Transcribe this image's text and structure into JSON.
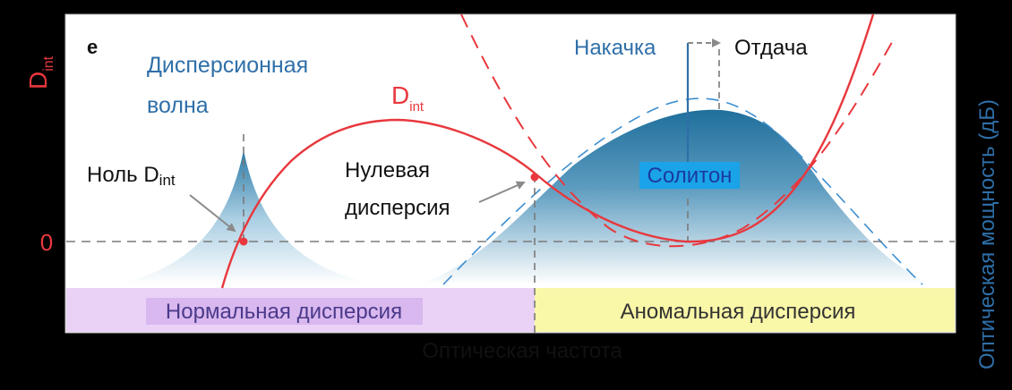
{
  "panel_label": "e",
  "left_axis": {
    "label_main": "D",
    "label_sub": "int",
    "zero_tick": "0"
  },
  "right_axis": {
    "label": "Оптическая мощность (дБ)"
  },
  "x_axis": {
    "label": "Оптическая частота"
  },
  "curve_label": {
    "main": "D",
    "sub": "int"
  },
  "annotations": {
    "dispersive_wave_line1": "Дисперсионная",
    "dispersive_wave_line2": "волна",
    "zero_dint_main": "Ноль D",
    "zero_dint_sub": "int",
    "zero_dispersion_line1": "Нулевая",
    "zero_dispersion_line2": "дисперсия",
    "pump": "Накачка",
    "recoil": "Отдача",
    "soliton": "Солитон"
  },
  "regions": {
    "normal": "Нормальная дисперсия",
    "anomalous": "Аномальная дисперсия"
  },
  "colors": {
    "background": "#000000",
    "plot_background": "#ffffff",
    "dint_curve": "#e8383d",
    "soliton_fill": "#2a7aa6",
    "dashed_parabola": "#3d8ed0",
    "axis_blue": "#2f6fa8",
    "normal_region": "#ead2f6",
    "anomalous_region": "#f9f7a8",
    "guide_gray": "#7a7a7a"
  }
}
